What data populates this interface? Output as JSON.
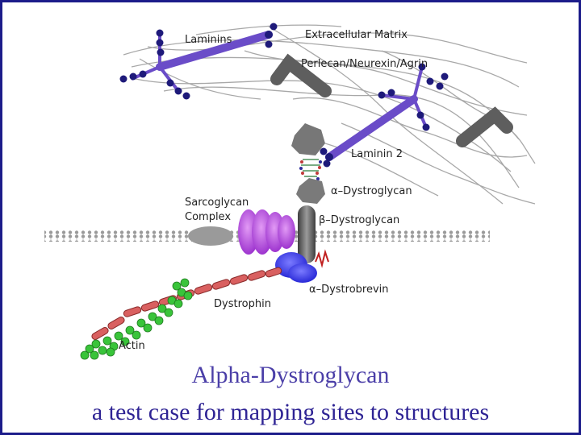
{
  "labels": {
    "laminins": "Laminins",
    "extracellular_matrix": "Extracellular Matrix",
    "perlecan": "Perlecan/Neurexin/Agrin",
    "laminin2": "Laminin 2",
    "alpha_dg": "α–Dystroglycan",
    "sarcoglycan_line1": "Sarcoglycan",
    "sarcoglycan_line2": "Complex",
    "beta_dg": "β–Dystroglycan",
    "alpha_dystrobrevin": "α–Dystrobrevin",
    "dystrophin": "Dystrophin",
    "actin": "Actin"
  },
  "title": "Alpha-Dystroglycan",
  "subtitle": "a test case for mapping sites to structures",
  "colors": {
    "frame": "#1c1c8a",
    "title": "#4b3fa8",
    "laminin": "#6a4cc8",
    "laminin_dot": "#1e1a7a",
    "fiber": "#a8a8a8",
    "gray_protein": "#6d6d6d",
    "sarcoglycan": "#b23ee0",
    "dystrobrevin": "#3a3ae8",
    "dystrophin": "#c85050",
    "actin": "#39c43a"
  }
}
